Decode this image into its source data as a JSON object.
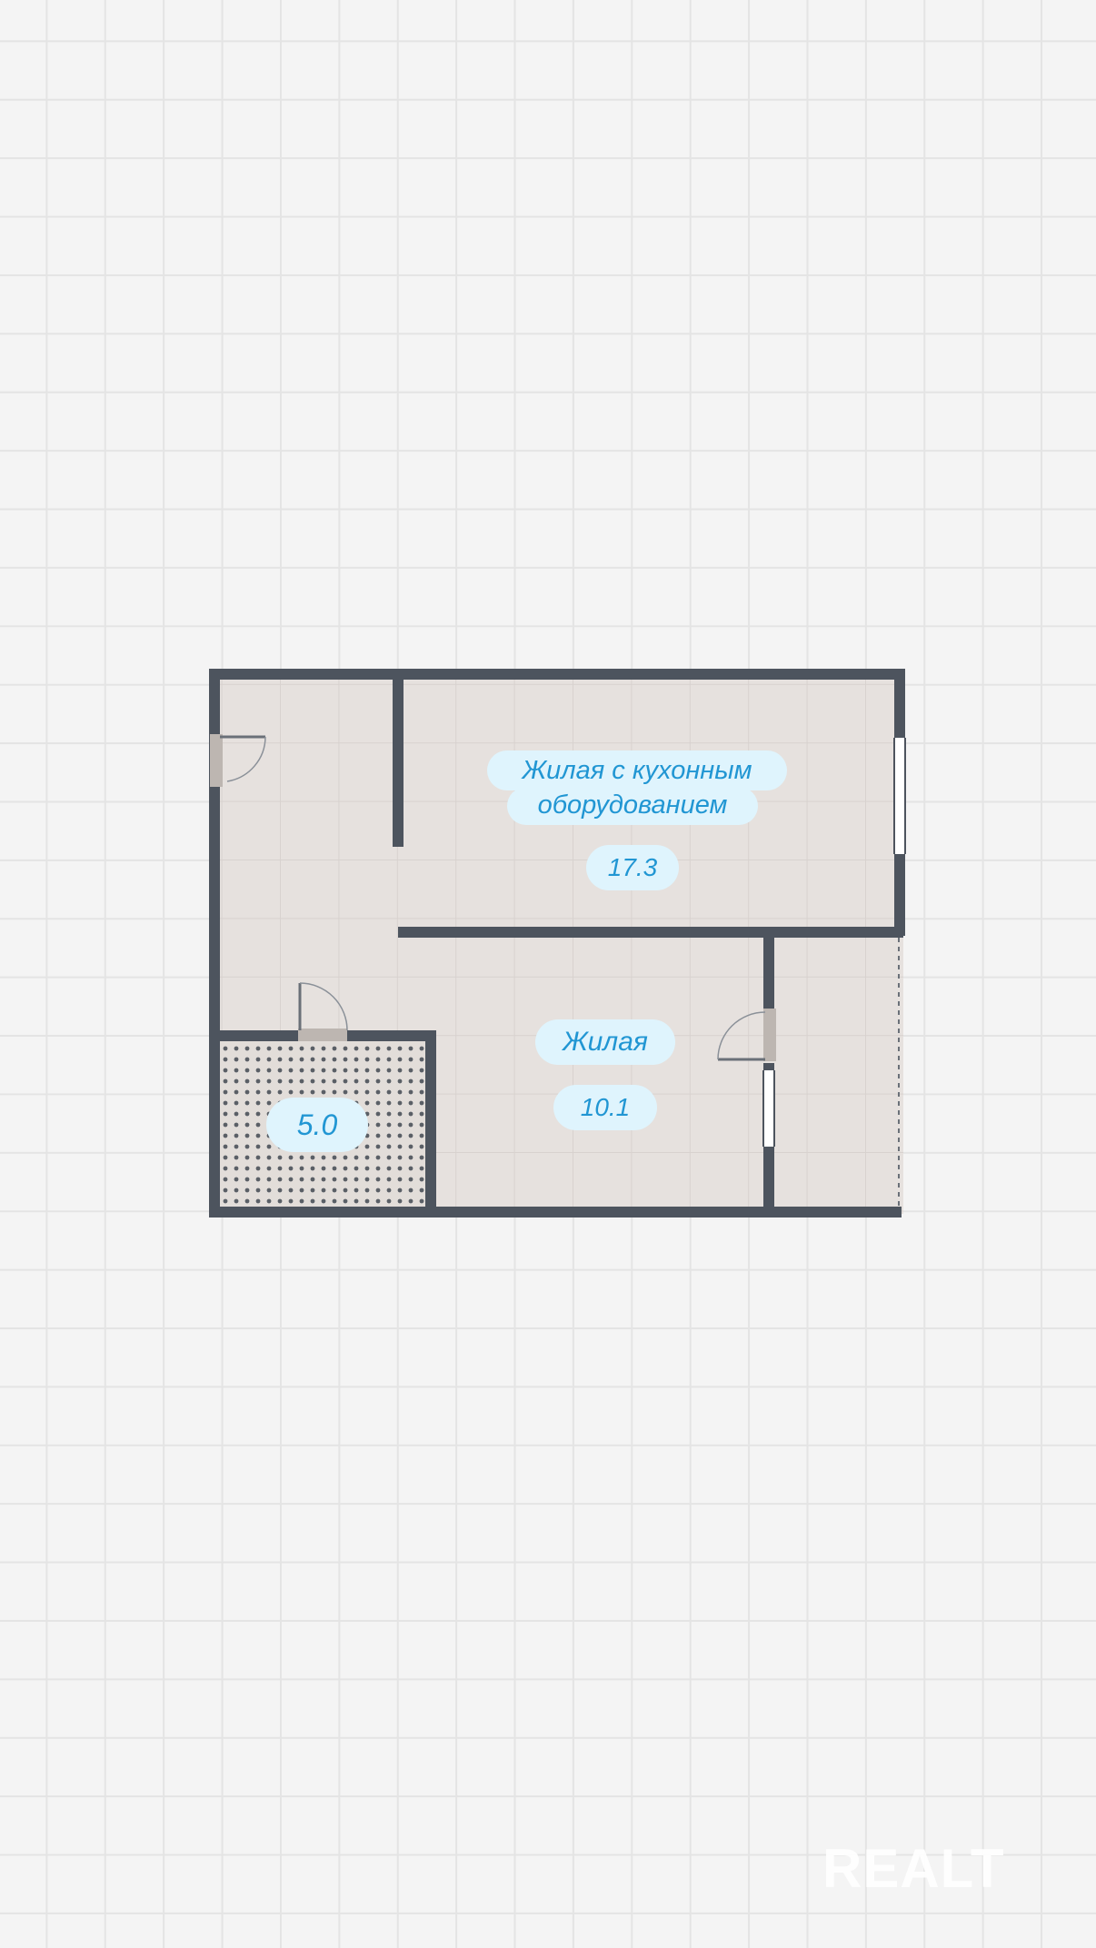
{
  "rooms": [
    {
      "name_line1": "Жилая с кухонным",
      "name_line2": "оборудованием",
      "area": "17.3"
    },
    {
      "name": "Жилая",
      "area": "10.1"
    },
    {
      "area": "5.0"
    }
  ],
  "watermark": "REALT",
  "colors": {
    "wall": "#4d545e",
    "floor": "#e6e1de",
    "label_bg": "#dff4fd",
    "label_text": "#2196d3",
    "background": "#f4f4f4"
  }
}
